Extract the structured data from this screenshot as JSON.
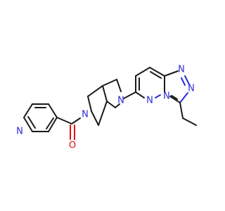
{
  "molecule": {
    "atom_labels": {
      "pyridine_n": "N",
      "carbonyl_o": "O",
      "amide_n": "N",
      "pyrrolidine_n": "N",
      "pyridazine_n": "N",
      "triazole_n1": "N",
      "triazole_n2": "N",
      "bridgehead_n": "N"
    },
    "colors": {
      "bond": "#1a1a1a",
      "nitrogen": "#2b2bd6",
      "oxygen": "#e01010",
      "background": "#ffffff"
    }
  }
}
